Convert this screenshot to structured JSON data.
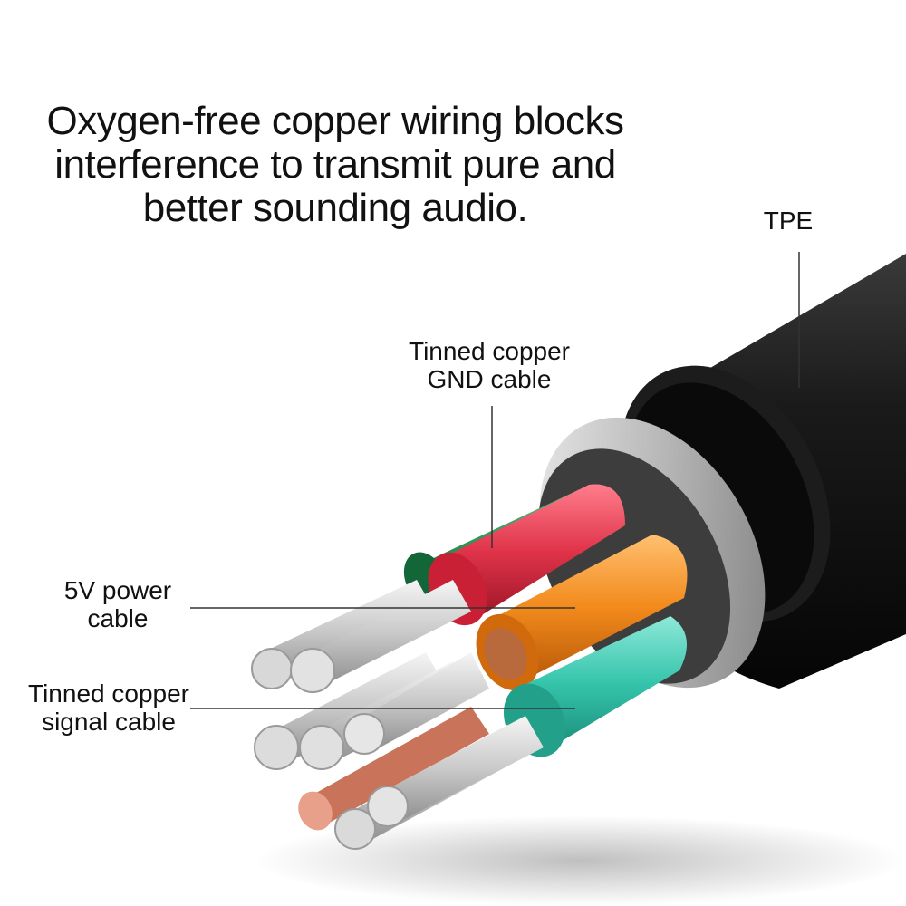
{
  "headline": {
    "line1": "Oxygen-free copper wiring blocks",
    "line2": "interference to transmit pure and",
    "line3": "better sounding audio."
  },
  "labels": {
    "tpe": "TPE",
    "gnd_line1": "Tinned copper",
    "gnd_line2": "GND cable",
    "power_line1": "5V power",
    "power_line2": "cable",
    "signal_line1": "Tinned copper",
    "signal_line2": "signal cable"
  },
  "colors": {
    "jacket": "#111111",
    "foil": "#c9c9c9",
    "red_wire": "#e0344a",
    "orange_wire": "#f28a1c",
    "green_wire": "#1e8a4e",
    "teal_wire": "#34c4ab",
    "copper": "#c8735a",
    "strands": "#d8d8d8"
  }
}
